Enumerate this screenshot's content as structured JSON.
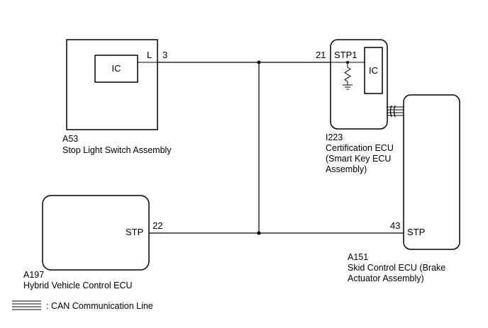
{
  "components": {
    "stop_light_switch": {
      "code": "A53",
      "name": "Stop Light Switch Assembly",
      "ic_label": "IC",
      "terminal_name": "L",
      "pin": "3"
    },
    "certification_ecu": {
      "code": "I223",
      "name_line1": "Certification ECU",
      "name_line2": "(Smart Key ECU",
      "name_line3": "Assembly)",
      "ic_label": "IC",
      "terminal_name": "STP1",
      "pin": "21"
    },
    "hybrid_ecu": {
      "code": "A197",
      "name": "Hybrid Vehicle Control ECU",
      "terminal_name": "STP",
      "pin": "22"
    },
    "skid_control_ecu": {
      "code": "A151",
      "name_line1": "Skid Control ECU (Brake",
      "name_line2": "Actuator Assembly)",
      "terminal_name": "STP",
      "pin": "43"
    }
  },
  "legend": {
    "can_line_label": ": CAN Communication Line"
  }
}
